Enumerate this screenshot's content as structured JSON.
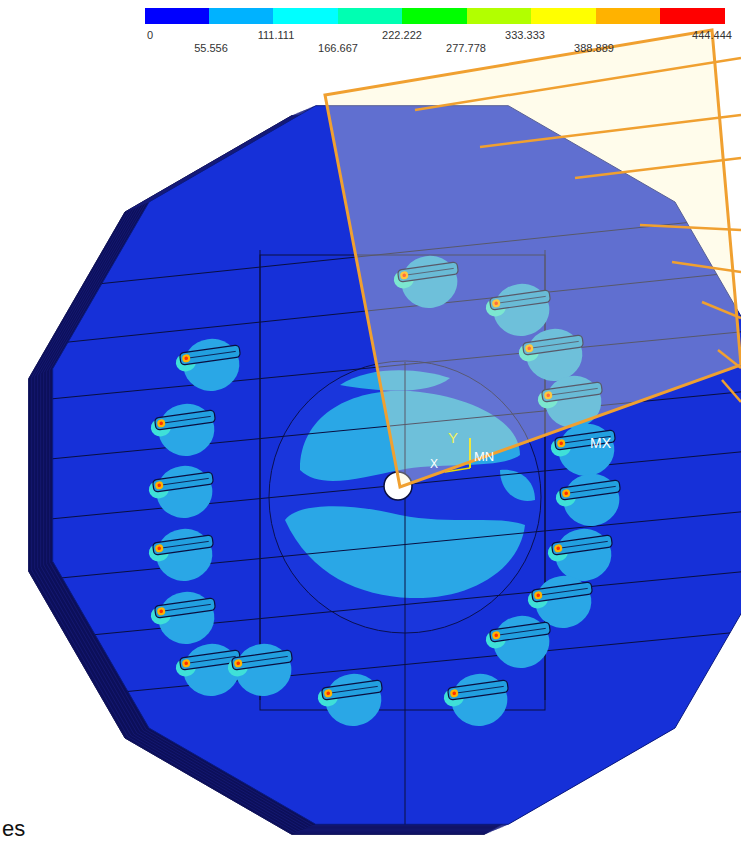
{
  "diagram": {
    "labels": [
      "0",
      "111.111",
      "222.222",
      "333.333",
      "444.444",
      "55.556",
      "166.667",
      "277.778",
      "388.889",
      "Y",
      "MN",
      "X",
      "MX",
      "es"
    ]
  }
}
